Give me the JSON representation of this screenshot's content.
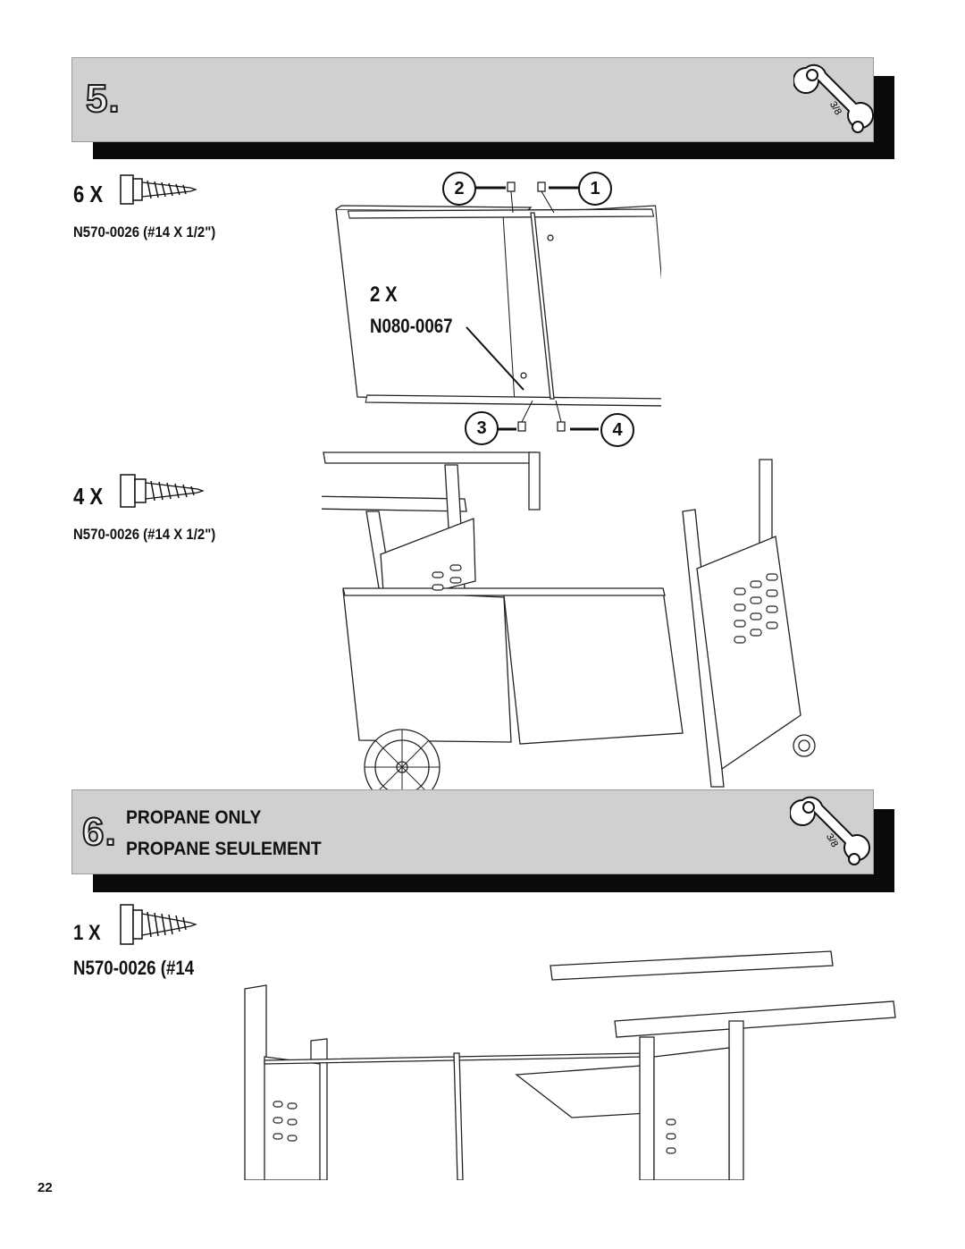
{
  "step5": {
    "number": "5."
  },
  "step5_parts": {
    "a": {
      "qty": "6 X",
      "part": "N570-0026 (#14 X 1/2\")"
    },
    "b": {
      "qty": "4 X",
      "part": "N570-0026 (#14 X 1/2\")"
    },
    "center_qty": "2 X",
    "center_part": "N080-0067",
    "callouts": [
      "2",
      "1",
      "3",
      "4"
    ]
  },
  "step6": {
    "number": "6.",
    "title_en": "PROPANE ONLY",
    "title_fr": "PROPANE SEULEMENT"
  },
  "step6_parts": {
    "qty": "1 X",
    "part": "N570-0026 (#14"
  },
  "tool": {
    "wrench_size": "3/8"
  },
  "page_number": "22"
}
